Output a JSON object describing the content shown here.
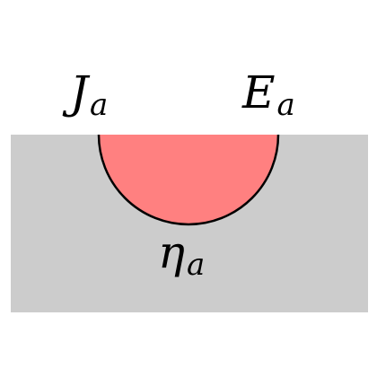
{
  "diagram": {
    "colors": {
      "region": "#cccccc",
      "half_disk": "#ff8080",
      "outline": "#000000",
      "text": "#000000",
      "background": "#ffffff"
    },
    "labels": {
      "left_top": {
        "main": "J",
        "sub": "a"
      },
      "right_top": {
        "main": "E",
        "sub": "a"
      },
      "bottom": {
        "main": "η",
        "sub": "a"
      }
    }
  }
}
